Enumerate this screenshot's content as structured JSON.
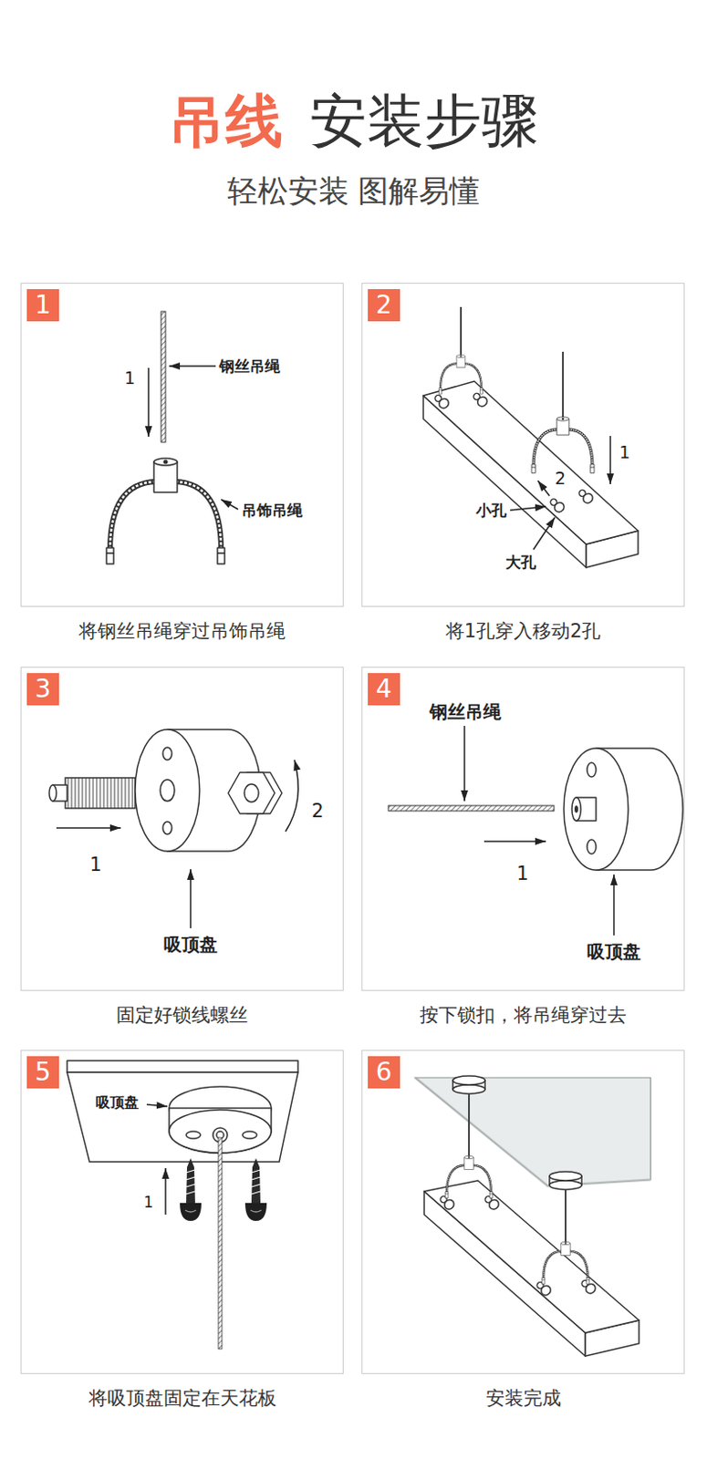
{
  "diagram": {
    "title": "吊线",
    "caption": "轻松安装 图解易懂",
    "nodes": [
      {
        "text": [
          "将钢丝吊绳穿过吊饰吊绳"
        ]
      },
      {
        "text": [
          "1"
        ],
        "in": 0
      },
      {
        "text": [
          "将1孔穿入移动2孔"
        ]
      },
      {
        "text": [
          "2"
        ],
        "in": 2
      },
      {
        "text": [
          "固定好锁线螺丝"
        ]
      },
      {
        "text": [
          "3"
        ],
        "in": 4
      },
      {
        "text": [
          "按下锁扣，将吊绳穿过去"
        ]
      },
      {
        "text": [
          "4"
        ],
        "in": 6
      },
      {
        "text": [
          "将吸顶盘固定在天花板"
        ]
      },
      {
        "text": [
          "5"
        ],
        "in": 8
      },
      {
        "text": [
          "安装完成"
        ]
      },
      {
        "text": [
          "6"
        ],
        "in": 10
      }
    ],
    "labels": [
      "安装步骤",
      "1",
      "钢丝吊绳",
      "吊饰吊绳",
      "1",
      "2",
      "小孔",
      "大孔",
      "1",
      "2",
      "吸顶盘",
      "钢丝吊绳",
      "1",
      "吸顶盘",
      "吸顶盘",
      "1"
    ]
  }
}
